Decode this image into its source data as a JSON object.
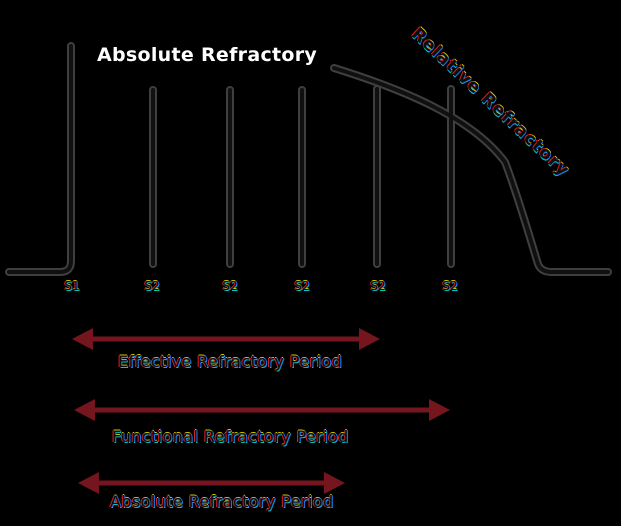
{
  "title": {
    "text": "Absolute Refractory"
  },
  "rotated_label": {
    "text": "Relative Refractory"
  },
  "stimulus_labels": [
    {
      "label": "S1"
    },
    {
      "label": "S2"
    },
    {
      "label": "S2"
    },
    {
      "label": "S2"
    },
    {
      "label": "S2"
    },
    {
      "label": "S2"
    }
  ],
  "arrows": [
    {
      "label": "Effective Refractory Period"
    },
    {
      "label": "Functional Refractory Period"
    },
    {
      "label": "Absolute Refractory Period"
    }
  ],
  "colors": {
    "background": "#000000",
    "title_text": "#ffffff",
    "arrow": "#75161f",
    "stroke_edge": "#3f3f3f",
    "stroke_core": "#101010",
    "fringe_red": "#d22222",
    "fringe_blue": "#1a6fe8",
    "fringe_yellow": "#d4c400",
    "fringe_cyan": "#00c8c8"
  }
}
